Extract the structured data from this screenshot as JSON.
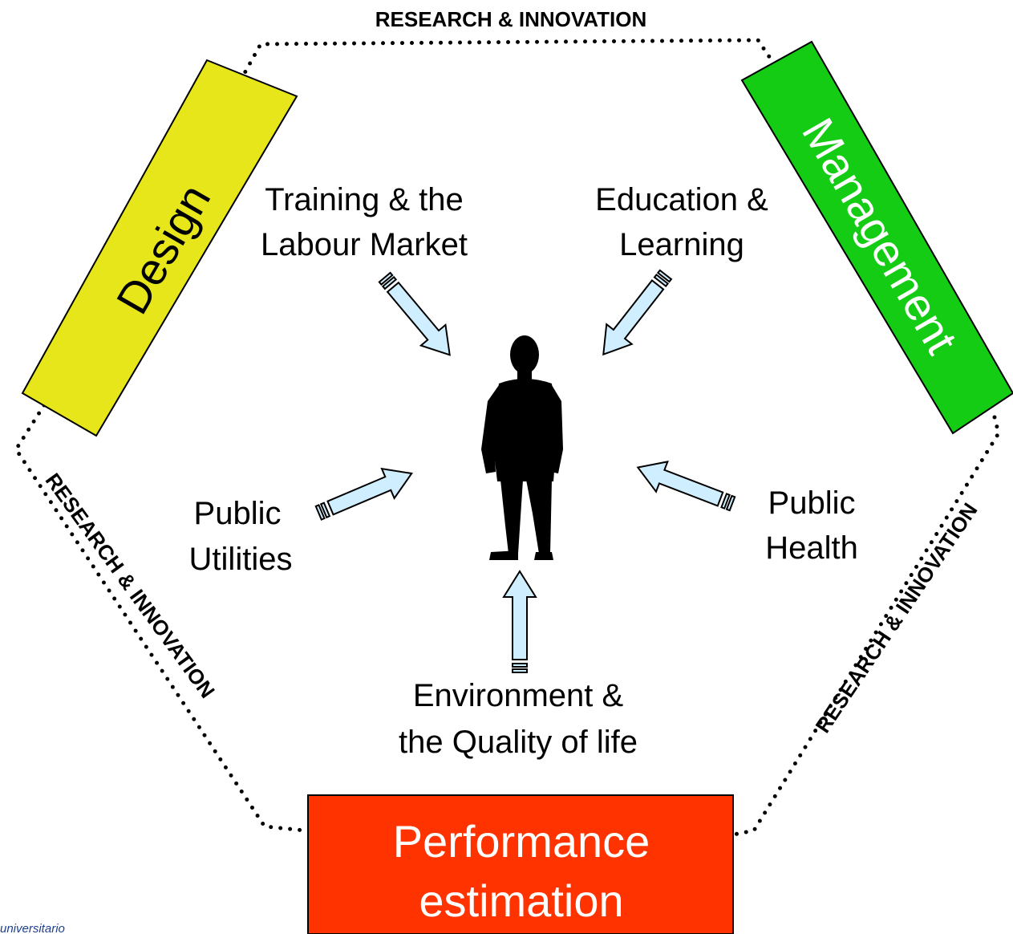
{
  "research_labels": {
    "top": "RESEARCH & INNOVATION",
    "left": "RESEARCH & INNOVATION",
    "right": "RESEARCH & INNOVATION"
  },
  "boxes": {
    "design": {
      "label": "Design",
      "color": "#e6e61a"
    },
    "management": {
      "label": "Management",
      "color": "#15cc15"
    },
    "performance": {
      "line1": "Performance",
      "line2": "estimation",
      "color": "#ff3300"
    }
  },
  "inputs": {
    "training": {
      "line1": "Training & the",
      "line2": "Labour Market"
    },
    "education": {
      "line1": "Education &",
      "line2": "Learning"
    },
    "public_utilities": {
      "line1": "Public",
      "line2": "Utilities"
    },
    "public_health": {
      "line1": "Public",
      "line2": "Health"
    },
    "environment": {
      "line1": "Environment &",
      "line2": "the Quality of life"
    }
  },
  "center_figure": {
    "icon": "person-silhouette-icon"
  },
  "arrow_color": "#cfeeff",
  "footer": {
    "text": "universitario"
  }
}
